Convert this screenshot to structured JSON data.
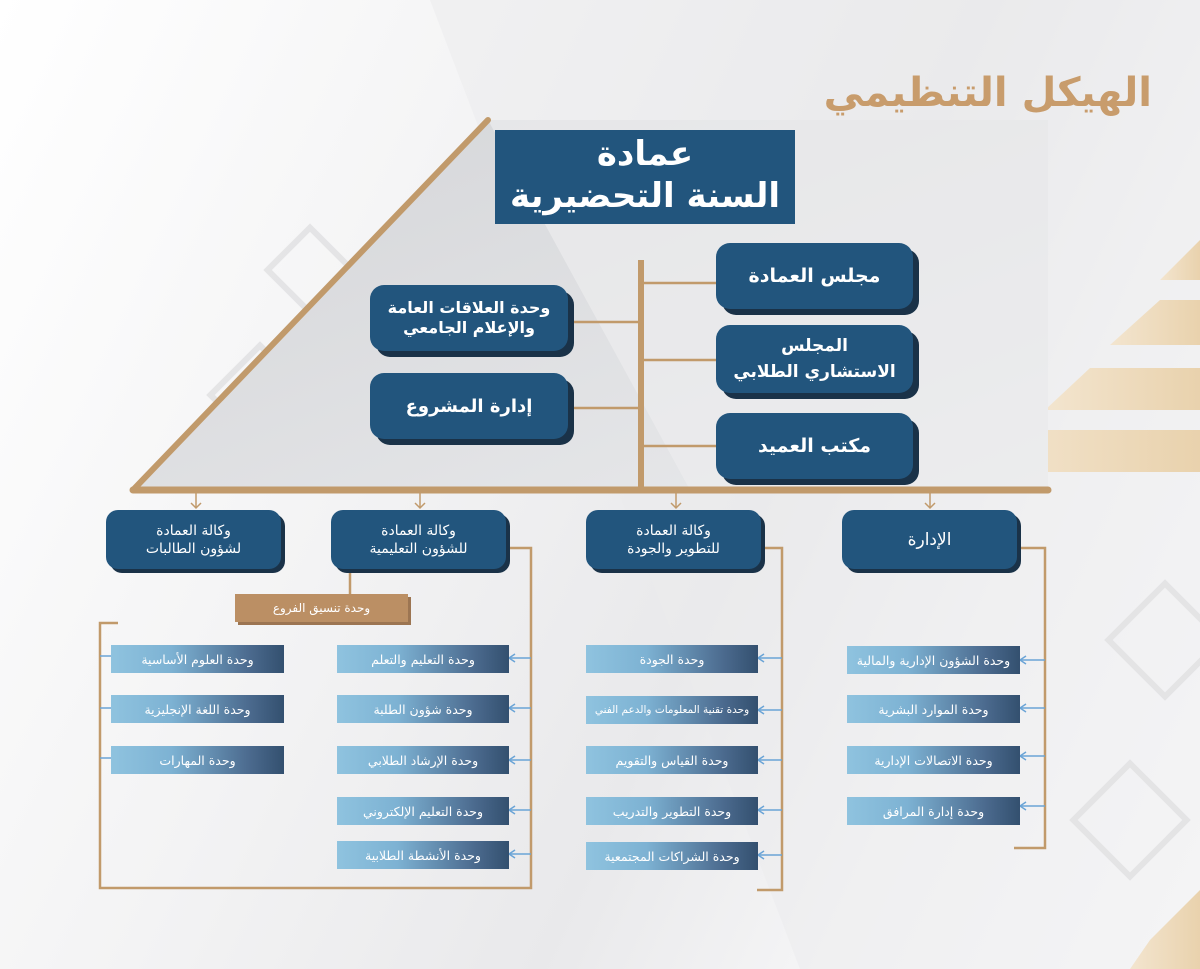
{
  "page_title": "الهيكل التنظيمي",
  "top": {
    "line1": "عمادة",
    "line2": "السنة التحضيرية"
  },
  "right_nodes": [
    {
      "line1": "مجلس العمادة",
      "line2": ""
    },
    {
      "line1": "المجلس",
      "line2": "الاستشاري الطلابي"
    },
    {
      "line1": "مكتب العميد",
      "line2": ""
    }
  ],
  "left_nodes": [
    {
      "line1": "وحدة العلاقات العامة",
      "line2": "والإعلام الجامعي"
    },
    {
      "line1": "إدارة المشروع",
      "line2": ""
    }
  ],
  "agencies": [
    {
      "line1": "الإدارة",
      "line2": ""
    },
    {
      "line1": "وكالة العمادة",
      "line2": "للتطوير والجودة"
    },
    {
      "line1": "وكالة العمادة",
      "line2": "للشؤون التعليمية"
    },
    {
      "line1": "وكالة العمادة",
      "line2": "لشؤون الطالبات"
    }
  ],
  "coordination_unit": "وحدة تنسيق الفروع",
  "units_administration": [
    "وحدة الشؤون الإدارية والمالية",
    "وحدة الموارد البشرية",
    "وحدة الاتصالات الإدارية",
    "وحدة إدارة المرافق"
  ],
  "units_quality": [
    "وحدة الجودة",
    "وحدة تقنية المعلومات والدعم الفني",
    "وحدة القياس والتقويم",
    "وحدة التطوير والتدريب",
    "وحدة الشراكات المجتمعية"
  ],
  "units_education": [
    "وحدة التعليم والتعلم",
    "وحدة شؤون الطلبة",
    "وحدة الإرشاد الطلابي",
    "وحدة التعليم الإلكتروني",
    "وحدة الأنشطة الطلابية"
  ],
  "units_female": [
    "وحدة العلوم الأساسية",
    "وحدة اللغة الإنجليزية",
    "وحدة المهارات"
  ],
  "colors": {
    "navy": "#22557d",
    "gold": "#c19a6b",
    "light_blue": "#8fc3df"
  }
}
